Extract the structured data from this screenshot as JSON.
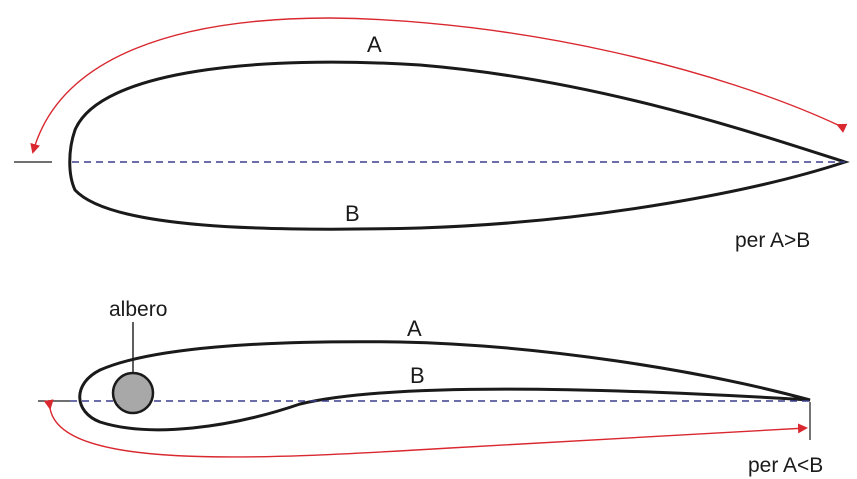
{
  "top_profile": {
    "label_upper": "A",
    "label_lower": "B",
    "caption": "per A>B"
  },
  "bottom_profile": {
    "label_upper": "A",
    "label_lower": "B",
    "shaft_label": "albero",
    "caption": "per A<B"
  },
  "colors": {
    "outline": "#1a1a1a",
    "chord": "#3b3f8f",
    "arrow": "#d9282f",
    "shaft_fill": "#a8a8a8"
  }
}
